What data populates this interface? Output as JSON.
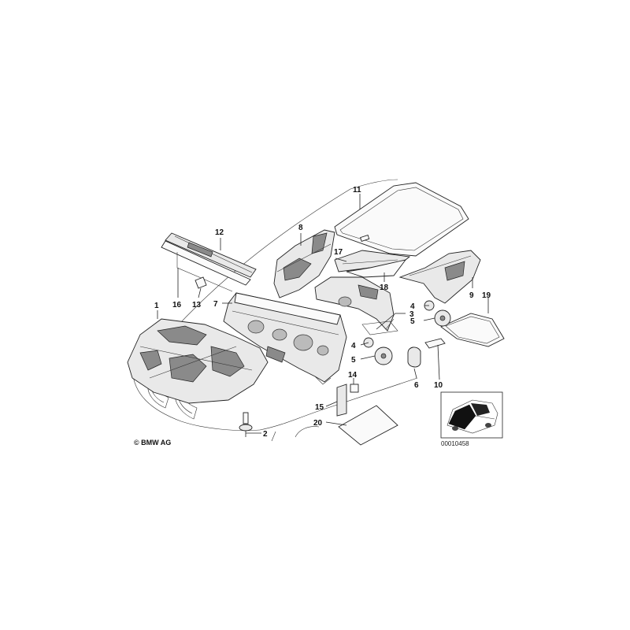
{
  "callouts": {
    "c1": "1",
    "c2": "2",
    "c3": "3",
    "c4a": "4",
    "c4b": "4",
    "c5a": "5",
    "c5b": "5",
    "c6": "6",
    "c7": "7",
    "c8": "8",
    "c9": "9",
    "c10": "10",
    "c11": "11",
    "c12": "12",
    "c13": "13",
    "c14": "14",
    "c15": "15",
    "c16": "16",
    "c17": "17",
    "c18": "18",
    "c19": "19",
    "c20": "20"
  },
  "copyright": "© BMW AG",
  "drawing_number": "00010458"
}
